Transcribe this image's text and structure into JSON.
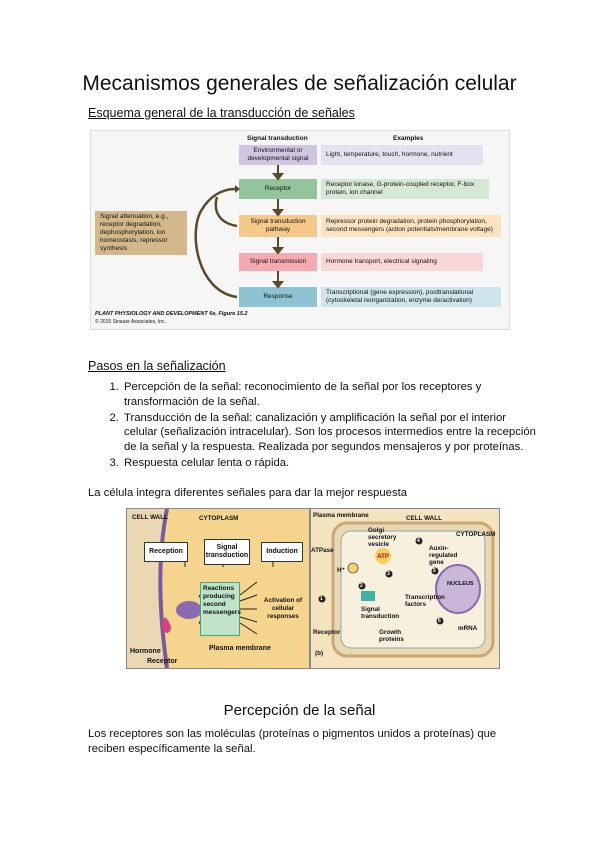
{
  "title": "Mecanismos generales de señalización celular",
  "section1": {
    "heading": "Esquema general de la transducción de señales"
  },
  "figure1": {
    "col_signal": "Signal transduction",
    "col_examples": "Examples",
    "rows": [
      {
        "label": "Environmental or developmental signal",
        "example": "Light, temperature, touch, hormone, nutrient"
      },
      {
        "label": "Receptor",
        "example": "Receptor kinase, G-protein-coupled receptor, F-box protein, ion channel"
      },
      {
        "label": "Signal transduction pathway",
        "example": "Repressor protein degradation, protein phosphorylation, second messengers (action potentials/membrane voltage)"
      },
      {
        "label": "Signal transmission",
        "example": "Hormone transport, electrical signaling"
      },
      {
        "label": "Response",
        "example": "Transcriptional (gene expression), posttranslational (cytoskeletal reorganization, enzyme de/activation)"
      }
    ],
    "side_box": "Signal attenuation, e.g., receptor degradation, dephosphorylation, ion homeostasis, repressor synthesis",
    "caption": "PLANT PHYSIOLOGY AND DEVELOPMENT 6e, Figure 15.2",
    "copyright": "© 2015 Sinauer Associates, Inc.",
    "colors": {
      "purple": "#cfc6e2",
      "green": "#93c49a",
      "orange": "#f6c98a",
      "pink": "#f5a9b1",
      "blue": "#8ec3d3",
      "tan": "#d2b88a"
    }
  },
  "section2": {
    "heading": "Pasos en la señalización",
    "steps": [
      "Percepción de la señal: reconocimiento de la señal por los receptores y transformación de la señal.",
      "Transducción de la señal: canalización y amplificación la señal por el interior celular (señalización intracelular). Son los procesos intermedios entre la recepción de la señal y la respuesta. Realizada por segundos mensajeros y por proteínas.",
      "Respuesta celular lenta o rápida."
    ],
    "integration": "La célula integra diferentes señales para dar la mejor respuesta"
  },
  "figure2a": {
    "cell_wall": "CELL WALL",
    "cytoplasm": "CYTOPLASM",
    "reception": "Reception",
    "signal_transduction": "Signal transduction",
    "induction": "Induction",
    "reactions": "Reactions producing second messengers",
    "activation": "Activation of cellular responses",
    "plasma_membrane": "Plasma membrane",
    "hormone": "Hormone",
    "receptor": "Receptor"
  },
  "figure2b": {
    "plasma_membrane": "Plasma membrane",
    "cell_wall": "CELL WALL",
    "golgi": "Golgi secretory vesicle",
    "cytoplasm": "CYTOPLASM",
    "atpase": "ATPase",
    "atp": "ATP",
    "h": "H⁺",
    "auxin": "Auxin-regulated gene",
    "nucleus": "NUCLEUS",
    "signal_transduction": "Signal transduction",
    "transcription": "Transcription factors",
    "receptor": "Receptor",
    "growth": "Growth proteins",
    "mrna": "mRNA",
    "panel": "(b)",
    "nums": [
      "1",
      "2",
      "3",
      "4",
      "5",
      "6"
    ]
  },
  "section3": {
    "heading": "Percepción de la señal",
    "text": "Los receptores son las moléculas (proteínas o pigmentos unidos a proteínas) que reciben específicamente la señal."
  }
}
